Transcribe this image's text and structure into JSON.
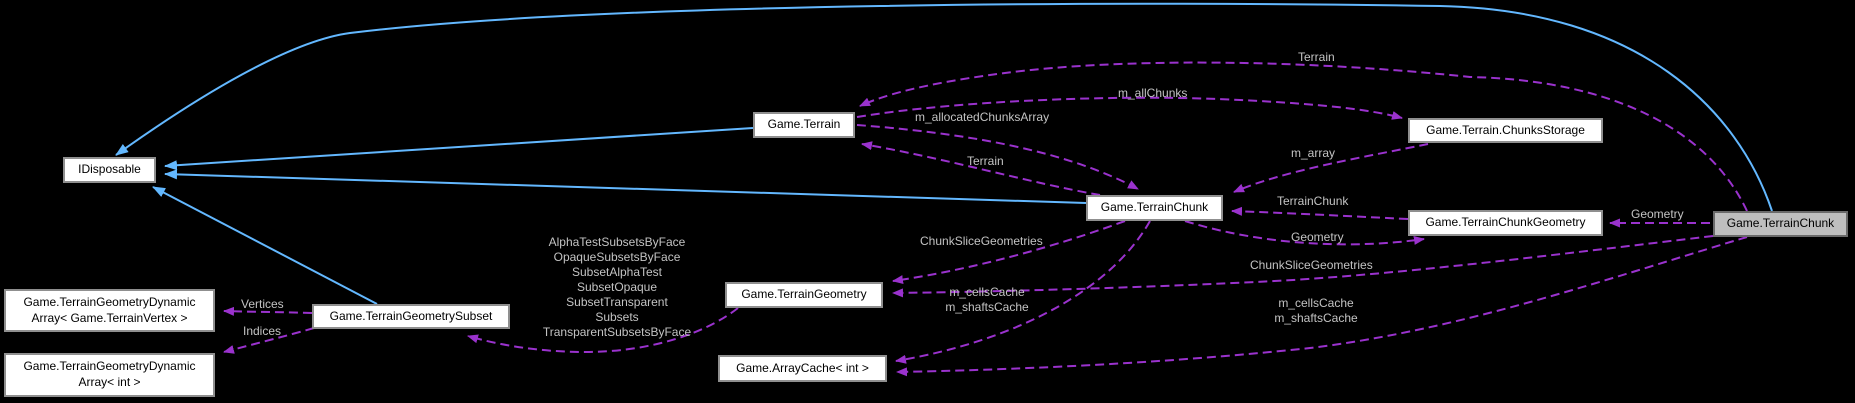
{
  "diagram": {
    "type": "doxygen-collaboration-graph",
    "nodes": {
      "idisposable": {
        "label": "IDisposable"
      },
      "dyn_array_vertex": {
        "label": "Game.TerrainGeometryDynamic\nArray< Game.TerrainVertex >"
      },
      "dyn_array_int": {
        "label": "Game.TerrainGeometryDynamic\nArray< int >"
      },
      "terrain_geometry_subset": {
        "label": "Game.TerrainGeometrySubset"
      },
      "terrain_geometry": {
        "label": "Game.TerrainGeometry"
      },
      "array_cache_int": {
        "label": "Game.ArrayCache< int >"
      },
      "terrain": {
        "label": "Game.Terrain"
      },
      "terrain_chunk_center": {
        "label": "Game.TerrainChunk"
      },
      "chunks_storage": {
        "label": "Game.Terrain.ChunksStorage"
      },
      "terrain_chunk_geometry": {
        "label": "Game.TerrainChunkGeometry"
      },
      "terrain_chunk_current": {
        "label": "Game.TerrainChunk"
      }
    },
    "edge_labels": {
      "terrain_top": "Terrain",
      "m_all_chunks": "m_allChunks",
      "m_allocated_chunks_array": "m_allocatedChunksArray",
      "terrain_mid": "Terrain",
      "m_array": "m_array",
      "terrain_chunk": "TerrainChunk",
      "geometry_mid": "Geometry",
      "geometry_right": "Geometry",
      "chunk_slice_geometries_left": "ChunkSliceGeometries",
      "chunk_slice_geometries_right": "ChunkSliceGeometries",
      "caches_left": "m_cellsCache\nm_shaftsCache",
      "caches_right": "m_cellsCache\nm_shaftsCache",
      "vertices": "Vertices",
      "indices": "Indices",
      "subset_members": "AlphaTestSubsetsByFace\nOpaqueSubsetsByFace\nSubsetAlphaTest\nSubsetOpaque\nSubsetTransparent\nSubsets\nTransparentSubsetsByFace"
    },
    "colors": {
      "background": "#000000",
      "inheritance_edge": "#63b8ff",
      "usage_edge": "#9a32cd",
      "node_fill": "#ffffff",
      "node_border": "#8f8f8f",
      "current_node_fill": "#bebebe",
      "node_text": "#000000",
      "edge_label_text": "#c3c3c3"
    }
  }
}
